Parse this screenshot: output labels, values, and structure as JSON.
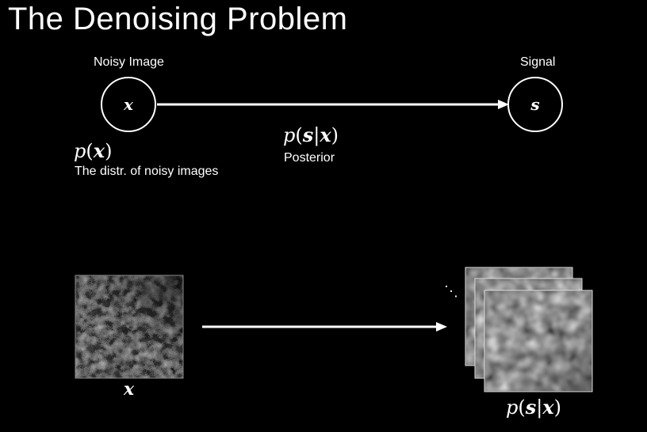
{
  "title": "The Denoising Problem",
  "top_diagram": {
    "left_node": {
      "caption": "Noisy Image",
      "symbol": "x"
    },
    "right_node": {
      "caption": "Signal",
      "symbol": "s"
    },
    "prior": {
      "p": "p",
      "open": "(",
      "var": "x",
      "close": ")",
      "description": "The distr. of noisy images"
    },
    "posterior": {
      "p": "p",
      "open": "(",
      "s": "s",
      "bar": "|",
      "x": "x",
      "close": ")",
      "description": "Posterior"
    }
  },
  "bottom_diagram": {
    "input_label": "x",
    "stack_ellipsis": "⋱",
    "output_label": {
      "p": "p",
      "open": "(",
      "s": "s",
      "bar": "|",
      "x": "x",
      "close": ")"
    }
  }
}
